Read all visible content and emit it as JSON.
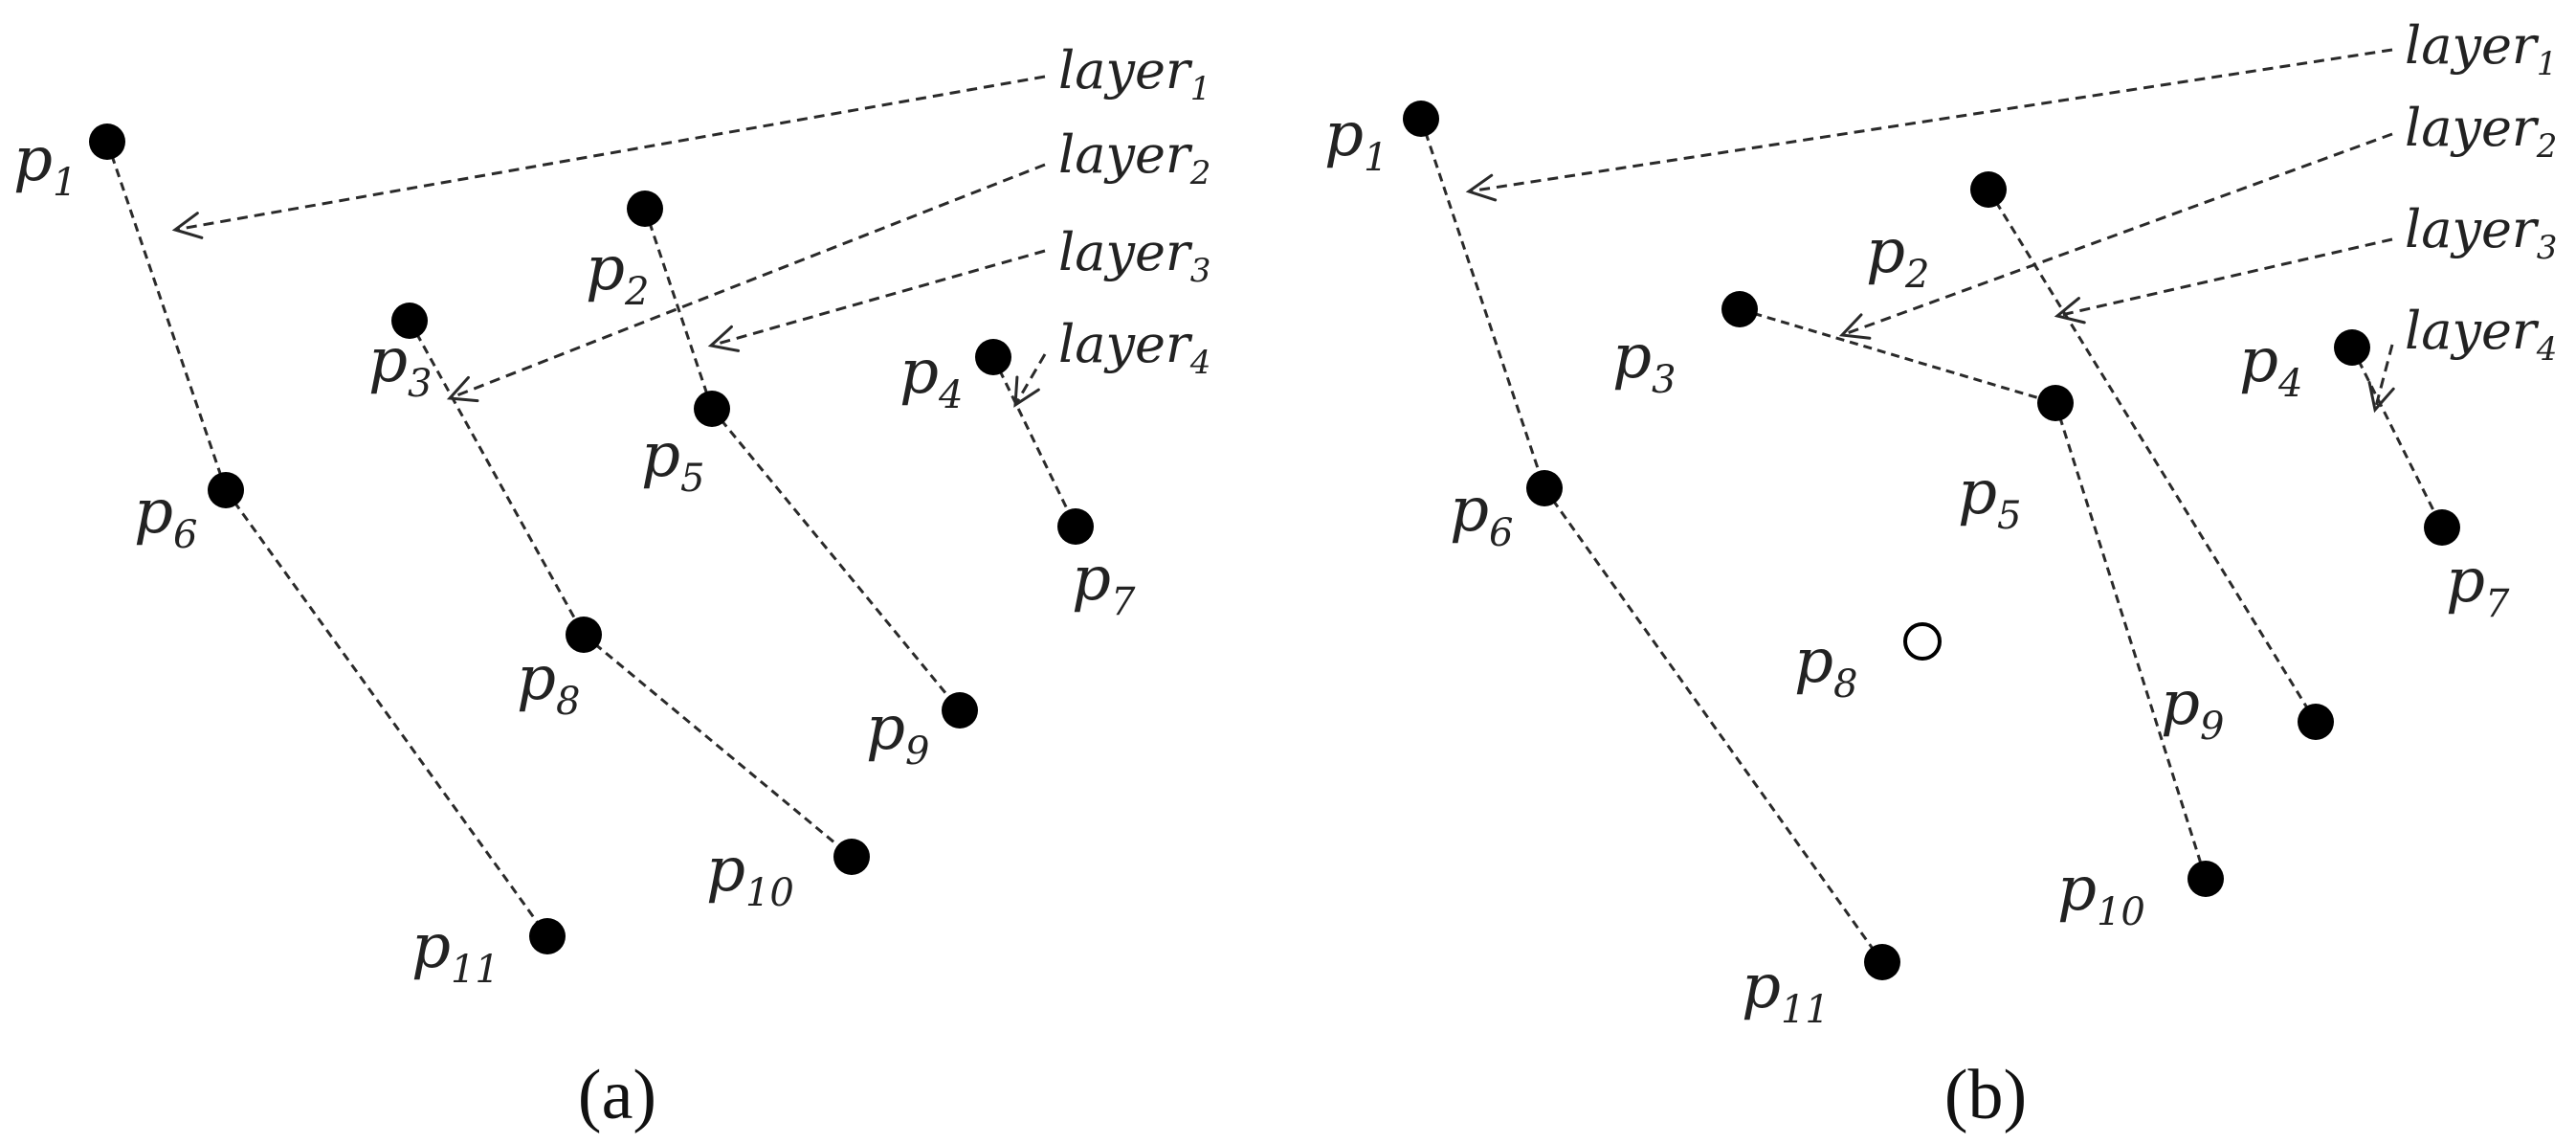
{
  "panels": [
    {
      "caption": "(a)",
      "points": [
        {
          "id": "p1",
          "base": "p",
          "sub": "1",
          "filled": true
        },
        {
          "id": "p2",
          "base": "p",
          "sub": "2",
          "filled": true
        },
        {
          "id": "p3",
          "base": "p",
          "sub": "3",
          "filled": true
        },
        {
          "id": "p4",
          "base": "p",
          "sub": "4",
          "filled": true
        },
        {
          "id": "p5",
          "base": "p",
          "sub": "5",
          "filled": true
        },
        {
          "id": "p6",
          "base": "p",
          "sub": "6",
          "filled": true
        },
        {
          "id": "p7",
          "base": "p",
          "sub": "7",
          "filled": true
        },
        {
          "id": "p8",
          "base": "p",
          "sub": "8",
          "filled": true
        },
        {
          "id": "p9",
          "base": "p",
          "sub": "9",
          "filled": true
        },
        {
          "id": "p10",
          "base": "p",
          "sub": "10",
          "filled": true
        },
        {
          "id": "p11",
          "base": "p",
          "sub": "11",
          "filled": true
        }
      ],
      "edges": [
        [
          "p1",
          "p6"
        ],
        [
          "p6",
          "p11"
        ],
        [
          "p3",
          "p8"
        ],
        [
          "p8",
          "p10"
        ],
        [
          "p2",
          "p5"
        ],
        [
          "p5",
          "p9"
        ],
        [
          "p4",
          "p7"
        ]
      ],
      "layers": [
        {
          "base": "layer",
          "sub": "1"
        },
        {
          "base": "layer",
          "sub": "2"
        },
        {
          "base": "layer",
          "sub": "3"
        },
        {
          "base": "layer",
          "sub": "4"
        }
      ]
    },
    {
      "caption": "(b)",
      "points": [
        {
          "id": "p1",
          "base": "p",
          "sub": "1",
          "filled": true
        },
        {
          "id": "p2",
          "base": "p",
          "sub": "2",
          "filled": true
        },
        {
          "id": "p3",
          "base": "p",
          "sub": "3",
          "filled": true
        },
        {
          "id": "p4",
          "base": "p",
          "sub": "4",
          "filled": true
        },
        {
          "id": "p5",
          "base": "p",
          "sub": "5",
          "filled": true
        },
        {
          "id": "p6",
          "base": "p",
          "sub": "6",
          "filled": true
        },
        {
          "id": "p7",
          "base": "p",
          "sub": "7",
          "filled": true
        },
        {
          "id": "p8",
          "base": "p",
          "sub": "8",
          "filled": false
        },
        {
          "id": "p9",
          "base": "p",
          "sub": "9",
          "filled": true
        },
        {
          "id": "p10",
          "base": "p",
          "sub": "10",
          "filled": true
        },
        {
          "id": "p11",
          "base": "p",
          "sub": "11",
          "filled": true
        }
      ],
      "edges": [
        [
          "p1",
          "p6"
        ],
        [
          "p6",
          "p11"
        ],
        [
          "p3",
          "p5"
        ],
        [
          "p5",
          "p10"
        ],
        [
          "p2",
          "p9"
        ],
        [
          "p4",
          "p7"
        ]
      ],
      "layers": [
        {
          "base": "layer",
          "sub": "1"
        },
        {
          "base": "layer",
          "sub": "2"
        },
        {
          "base": "layer",
          "sub": "3"
        },
        {
          "base": "layer",
          "sub": "4"
        }
      ]
    }
  ]
}
